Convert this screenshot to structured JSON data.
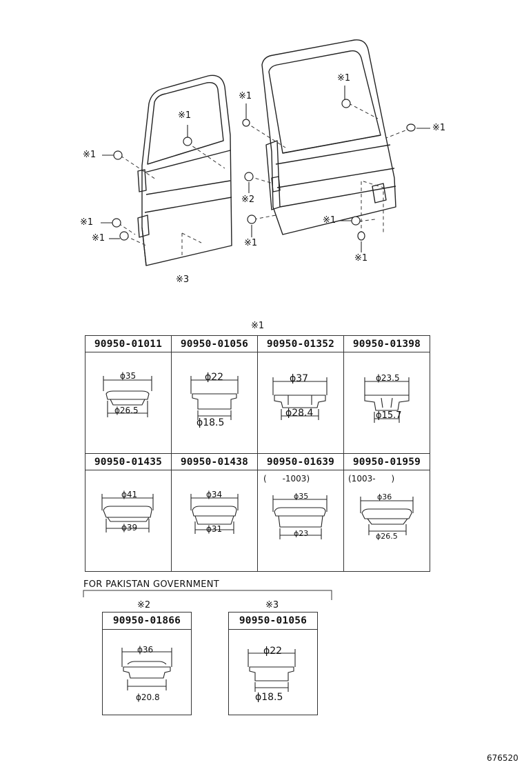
{
  "callouts": {
    "mark1": "※1",
    "mark2": "※2",
    "mark3": "※3"
  },
  "table": {
    "title": "※1",
    "row1": [
      {
        "part_no": "90950-01011",
        "outer": "ϕ35",
        "inner": "ϕ26.5"
      },
      {
        "part_no": "90950-01056",
        "outer": "ϕ22",
        "inner": "ϕ18.5"
      },
      {
        "part_no": "90950-01352",
        "outer": "ϕ37",
        "inner": "ϕ28.4"
      },
      {
        "part_no": "90950-01398",
        "outer": "ϕ23.5",
        "inner": "ϕ15.7"
      }
    ],
    "row2": [
      {
        "part_no": "90950-01435",
        "outer": "ϕ41",
        "inner": "ϕ39",
        "note": ""
      },
      {
        "part_no": "90950-01438",
        "outer": "ϕ34",
        "inner": "ϕ31",
        "note": ""
      },
      {
        "part_no": "90950-01639",
        "outer": "ϕ35",
        "inner": "ϕ23",
        "note": "(      -1003)"
      },
      {
        "part_no": "90950-01959",
        "outer": "ϕ36",
        "inner": "ϕ26.5",
        "note": "(1003-      )"
      }
    ]
  },
  "pakistan": {
    "heading": "FOR PAKISTAN GOVERNMENT",
    "items": [
      {
        "mark": "※2",
        "part_no": "90950-01866",
        "outer": "ϕ36",
        "inner": "ϕ20.8"
      },
      {
        "mark": "※3",
        "part_no": "90950-01056",
        "outer": "ϕ22",
        "inner": "ϕ18.5"
      }
    ]
  },
  "diagram_id": "676520"
}
